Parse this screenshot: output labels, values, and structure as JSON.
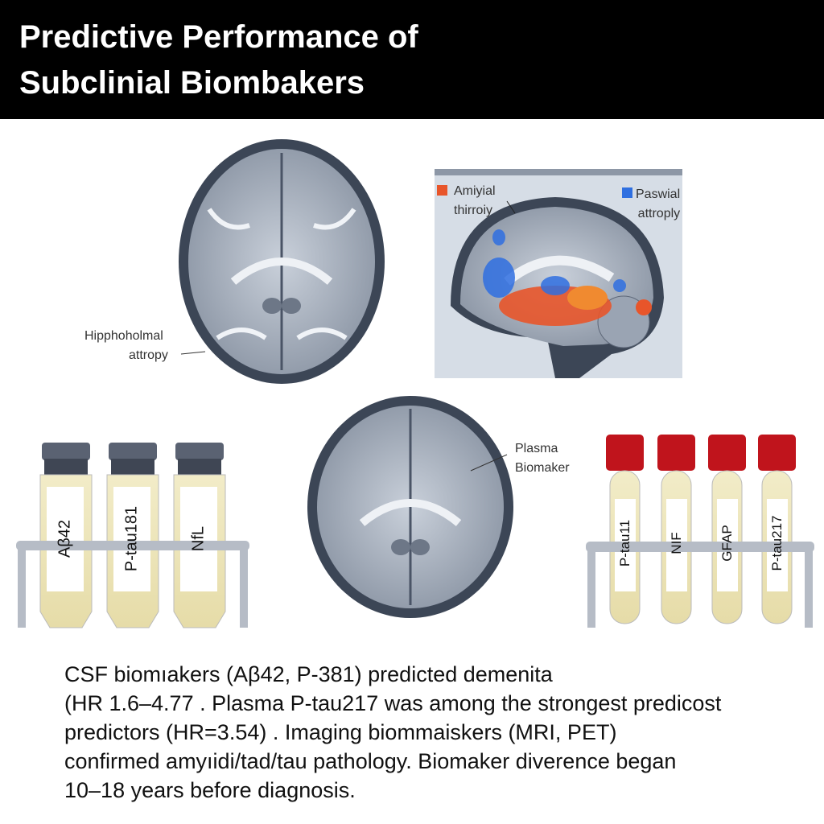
{
  "header": {
    "title": "Predictive Performance of\nSubclinial Biombakers"
  },
  "labels": {
    "hippocampal_line1": "Hipphoholmal",
    "hippocampal_line2": "attropy",
    "amyloid_line1": "Amiyial",
    "amyloid_line2": "thirroiy",
    "parietal_line1": "Paswial",
    "parietal_line2": "attroply",
    "plasma_line1": "Plasma",
    "plasma_line2": "Biomaker"
  },
  "csf_vials": [
    "Aβ42",
    "P-tau181",
    "NfL"
  ],
  "plasma_tubes": [
    "P-tau11",
    "NIF",
    "GFAP",
    "P-tau217"
  ],
  "colors": {
    "amyloid": "#e8552a",
    "atrophy": "#2f6fe0",
    "cap_red": "#c0141c",
    "cap_gray": "#5a6272"
  },
  "caption": [
    "CSF biomıakers (Aβ42, P-381) predicted demenita",
    "(HR 1.6–4.77 . Plasma P-tau217 was among the  strongest predicost",
    "predictors (HR=3.54) . Imaging biommaiskers (MRI, PET)",
    "confirmed amyıidi/tad/tau pathology.  Biomaker diverence began",
    "10–18 years before diagnosis."
  ]
}
